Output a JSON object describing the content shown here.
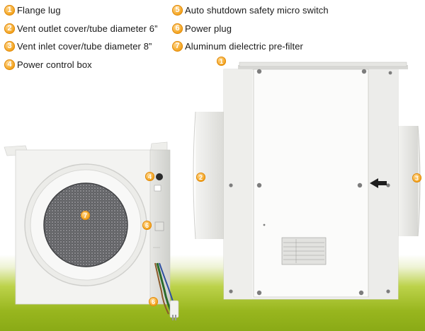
{
  "legend": {
    "items": [
      {
        "number": "1",
        "label": "Flange lug"
      },
      {
        "number": "2",
        "label": "Vent outlet cover/tube diameter 6”"
      },
      {
        "number": "3",
        "label": "Vent inlet cover/tube diameter 8”"
      },
      {
        "number": "4",
        "label": "Power control box"
      },
      {
        "number": "5",
        "label": "Auto shutdown safety micro switch"
      },
      {
        "number": "6",
        "label": "Power plug"
      },
      {
        "number": "7",
        "label": "Aluminum dielectric pre-filter"
      }
    ]
  },
  "callouts": {
    "c1": "1",
    "c2": "2",
    "c3": "3",
    "c4": "4",
    "c6a": "6",
    "c6b": "6",
    "c7": "7"
  },
  "colors": {
    "badge": "#f3a21a",
    "ground_green": "#98b61e",
    "housing_white": "#f4f4f2"
  }
}
